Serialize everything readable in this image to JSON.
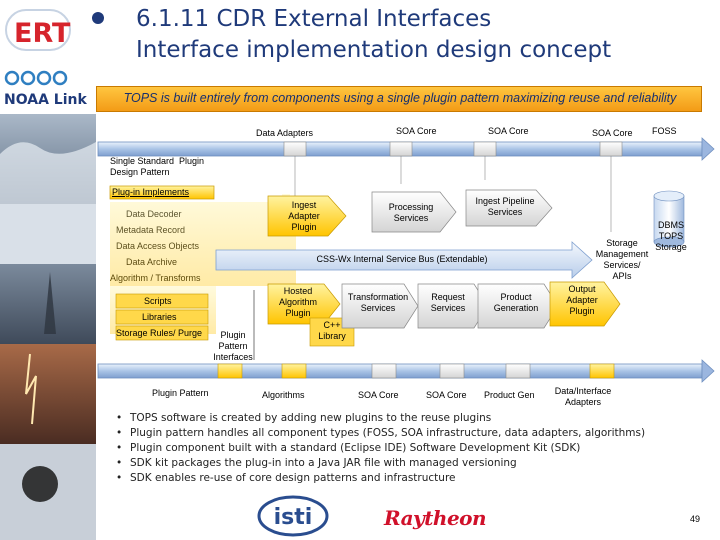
{
  "header": {
    "title_line1": "6.1.11 CDR External Interfaces",
    "title_line2": "Interface implementation design concept",
    "logo_ert": "ERT",
    "logo_noaa": "NOAA Link"
  },
  "banner": {
    "text": "TOPS  is built entirely from components using a single plugin pattern maximizing reuse and reliability"
  },
  "diagram": {
    "top_labels": {
      "data_adapters": "Data Adapters",
      "soa_core_1": "SOA Core",
      "soa_core_2": "SOA Core",
      "soa_core_3": "SOA Core",
      "foss": "FOSS"
    },
    "single_standard_plugin": "Single Standard  Plugin\nDesign Pattern",
    "plugin_implements": "Plug-in Implements",
    "implements_items": [
      "Data Decoder",
      "Metadata Record",
      "Data Access Objects",
      "Data Archive",
      "Algorithm / Transforms",
      "Scripts",
      "Libraries",
      "Storage Rules/ Purge"
    ],
    "plugin_pattern_interfaces": "Plugin\nPattern\nInterfaces",
    "ingest_adapter_plugin": "Ingest\nAdapter\nPlugin",
    "processing_services": "Processing\nServices",
    "ingest_pipeline_services": "Ingest Pipeline\nServices",
    "dbms_tops_storage": "DBMS\nTOPS\nStorage",
    "storage_management_services": "Storage\nManagement\nServices/\nAPIs",
    "css_bus": "CSS-Wx Internal Service Bus (Extendable)",
    "hosted_algorithm_plugin": "Hosted\nAlgorithm\nPlugin",
    "cpp_library": "C++\nLibrary",
    "transformation_services": "Transformation\nServices",
    "request_services": "Request\nServices",
    "product_generation": "Product\nGeneration",
    "output_adapter_plugin": "Output\nAdapter\nPlugin",
    "bottom_labels": {
      "plugin_pattern": "Plugin Pattern",
      "algorithms": "Algorithms",
      "soa_core_1": "SOA Core",
      "soa_core_2": "SOA Core",
      "product_gen": "Product Gen",
      "data_interface_adapters": "Data/Interface\nAdapters"
    }
  },
  "bullets": [
    "TOPS software is created by adding new plugins to the reuse plugins",
    "Plugin pattern handles all component types (FOSS, SOA infrastructure, data adapters, algorithms)",
    "Plugin component built with a standard (Eclipse IDE) Software Development Kit (SDK)",
    "SDK kit packages the plug-in into a Java JAR file with managed versioning",
    "SDK enables re-use of core design patterns and infrastructure"
  ],
  "footer": {
    "logo_isti": "isti",
    "logo_raytheon": "Raytheon",
    "page_number": "49"
  },
  "colors": {
    "title": "#1f3a7a",
    "banner": "#f7a823",
    "plugin_yellow": "#ffd21c",
    "bus_blue": "#c9d9f2",
    "pipe_blue": "#bcd2ee",
    "soa_gray": "#e6e6e6"
  }
}
